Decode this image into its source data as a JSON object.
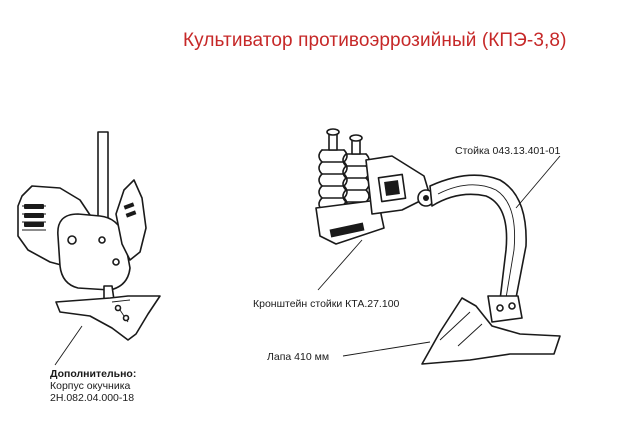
{
  "title": "Культиватор противоэррозийный (КПЭ-3,8)",
  "callouts": {
    "stoyka": "Стойка 043.13.401-01",
    "kronshtein": "Кронштейн стойки КТА.27.100",
    "lapa": "Лапа 410 мм"
  },
  "note": {
    "heading": "Дополнительно:",
    "line1": "Корпус окучника",
    "line2": "2Н.082.04.000-18"
  },
  "colors": {
    "title": "#c62828",
    "ink": "#1a1a1a",
    "background": "#ffffff"
  }
}
